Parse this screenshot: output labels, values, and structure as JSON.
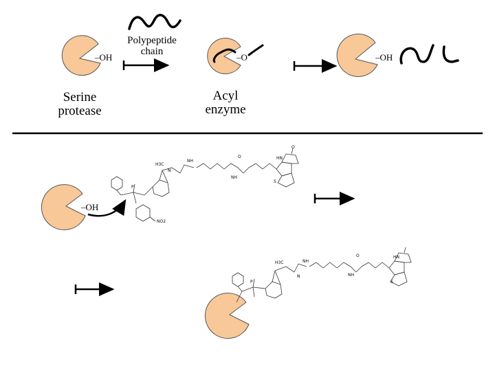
{
  "colors": {
    "enzyme_fill": "#f8c898",
    "enzyme_stroke": "#555555",
    "line": "#000000",
    "background": "#ffffff"
  },
  "top_panel": {
    "enzyme1": {
      "group_label": "OH",
      "caption_line1": "Serine",
      "caption_line2": "protease"
    },
    "reaction_arrow": {
      "label_line1": "Polypeptide",
      "label_line2": "chain"
    },
    "enzyme2": {
      "group_label": "O",
      "caption_line1": "Acyl",
      "caption_line2": "enzyme"
    },
    "enzyme3": {
      "group_label": "OH"
    }
  },
  "bottom_panel": {
    "enzyme1": {
      "group_label": "OH"
    },
    "inhibitor_labels": {
      "methyl": "H3C",
      "n_atom": "N",
      "nh": "NH",
      "hn": "HN",
      "o_atom": "O",
      "s_atom": "S",
      "nitro": "NO2",
      "p_atom": "P"
    }
  },
  "icons": {
    "enzyme": "pacman-enzyme-icon",
    "arrow": "reaction-arrow-icon",
    "chain": "polypeptide-chain-icon"
  }
}
